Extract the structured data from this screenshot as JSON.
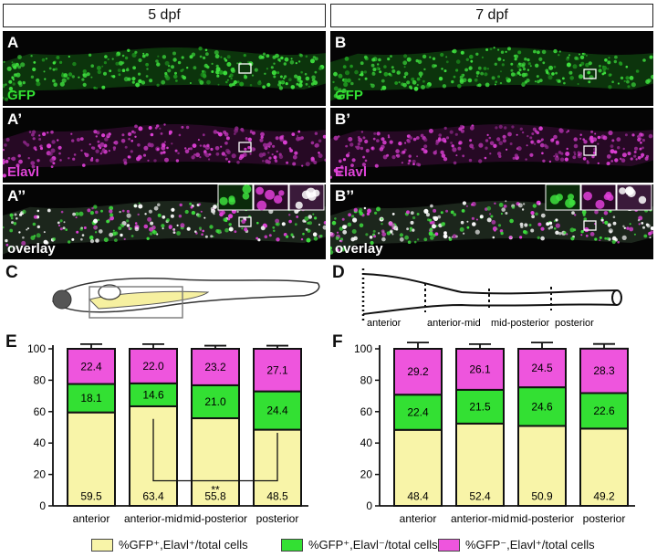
{
  "headers": {
    "left": "5 dpf",
    "right": "7 dpf"
  },
  "panels": {
    "a": {
      "label": "A",
      "channel": "GFP"
    },
    "a1": {
      "label": "A’",
      "channel": "Elavl"
    },
    "a2": {
      "label": "A’’",
      "channel": "overlay"
    },
    "b": {
      "label": "B",
      "channel": "GFP"
    },
    "b1": {
      "label": "B’",
      "channel": "Elavl"
    },
    "b2": {
      "label": "B’’",
      "channel": "overlay"
    }
  },
  "schematic": {
    "c_label": "C",
    "d_label": "D",
    "regions": [
      "anterior",
      "anterior-mid",
      "mid-posterior",
      "posterior"
    ]
  },
  "colors": {
    "gfp": "#33e033",
    "elavl": "#e044d8",
    "yellow": "#f8f4a8",
    "pink": "#ee55dd"
  },
  "legend": {
    "yellow": "%GFP⁺,Elavl⁺/total cells",
    "green": "%GFP⁺,Elavl⁻/total cells",
    "pink": "%GFP⁻,Elavl⁺/total cells"
  },
  "chart_data": [
    {
      "type": "bar",
      "panel_label": "E",
      "stacked": true,
      "categories": [
        "anterior",
        "anterior-mid",
        "mid-posterior",
        "posterior"
      ],
      "series": [
        {
          "values": [
            59.5,
            63.4,
            55.8,
            48.5
          ],
          "labels": [
            "59.5",
            "63.4",
            "55.8",
            "48.5"
          ]
        },
        {
          "values": [
            18.1,
            14.6,
            21.0,
            24.4
          ],
          "labels": [
            "18.1",
            "14.6",
            "21.0",
            "24.4"
          ]
        },
        {
          "values": [
            22.4,
            22.0,
            23.2,
            27.1
          ],
          "labels": [
            "22.4",
            "22.0",
            "23.2",
            "27.1"
          ]
        }
      ],
      "errors": [
        [
          5,
          5,
          4,
          4
        ],
        [
          3,
          3,
          3,
          3
        ],
        [
          3,
          3,
          2,
          2
        ]
      ],
      "significance": {
        "from": 1,
        "to": 3,
        "label": "**"
      },
      "ylim": [
        0,
        100
      ],
      "yticks": [
        0,
        20,
        40,
        60,
        80,
        100
      ]
    },
    {
      "type": "bar",
      "panel_label": "F",
      "stacked": true,
      "categories": [
        "anterior",
        "anterior-mid",
        "mid-posterior",
        "posterior"
      ],
      "series": [
        {
          "values": [
            48.4,
            52.4,
            50.9,
            49.2
          ],
          "labels": [
            "48.4",
            "52.4",
            "50.9",
            "49.2"
          ]
        },
        {
          "values": [
            22.4,
            21.5,
            24.6,
            22.6
          ],
          "labels": [
            "22.4",
            "21.5",
            "24.6",
            "22.6"
          ]
        },
        {
          "values": [
            29.2,
            26.1,
            24.5,
            28.3
          ],
          "labels": [
            "29.2",
            "26.1",
            "24.5",
            "28.3"
          ]
        }
      ],
      "errors": [
        [
          4,
          3,
          4,
          4
        ],
        [
          4,
          3,
          4,
          3
        ],
        [
          4,
          3,
          4,
          3
        ]
      ],
      "ylim": [
        0,
        100
      ],
      "yticks": [
        0,
        20,
        40,
        60,
        80,
        100
      ]
    }
  ]
}
